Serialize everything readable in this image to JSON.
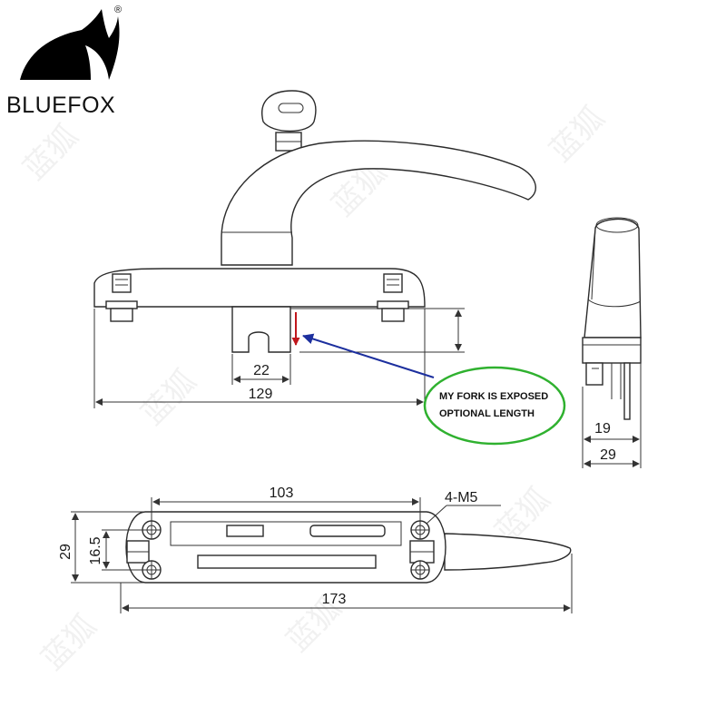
{
  "brand": {
    "name": "BLUEFOX",
    "registered": "®"
  },
  "watermark": {
    "text": "蓝狐"
  },
  "front_view": {
    "fork_width": "22",
    "overall_length": "129"
  },
  "callout": {
    "line1": "MY FORK IS EXPOSED",
    "line2": "OPTIONAL LENGTH",
    "border_color": "#2fb12f",
    "pointer_color": "#1c2f9e",
    "marker_color": "#c0161c"
  },
  "side_view": {
    "dim_a": "19",
    "dim_b": "29"
  },
  "bottom_view": {
    "hole_spacing": "103",
    "screw_spec": "4-M5",
    "plate_width": "29",
    "hole_pitch": "16.5",
    "total_length": "173"
  }
}
